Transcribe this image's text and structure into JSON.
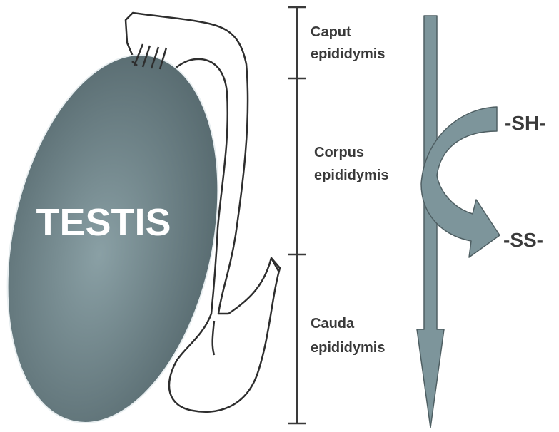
{
  "organ": {
    "label": "TESTIS"
  },
  "segments": [
    {
      "line1": "Caput",
      "line2": "epididymis"
    },
    {
      "line1": "Corpus",
      "line2": "epididymis"
    },
    {
      "line1": "Cauda",
      "line2": "epididymis"
    }
  ],
  "groups": {
    "thiol": "-SH-",
    "disulfide": "-SS-"
  },
  "colors": {
    "testis_fill": "#62777d",
    "testis_highlight": "#8aa0a5",
    "arrow_fill": "#7d959b",
    "arrow_stroke": "#4f5f63",
    "scale_line": "#3a3a3a",
    "text": "#3a3a3a"
  }
}
